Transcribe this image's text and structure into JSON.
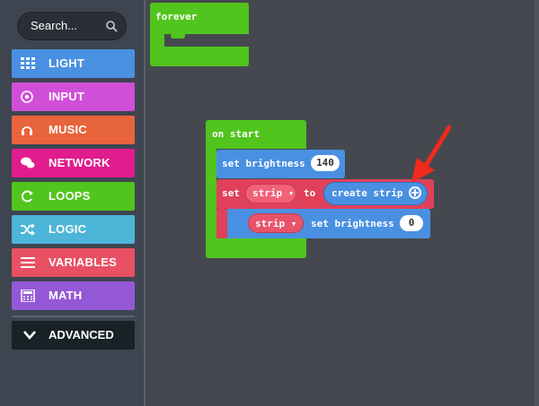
{
  "toolbox": {
    "search_placeholder": "Search...",
    "categories": [
      {
        "label": "LIGHT",
        "color": "#4a90e2",
        "icon": "grid-icon"
      },
      {
        "label": "INPUT",
        "color": "#d04fd8",
        "icon": "target-icon"
      },
      {
        "label": "MUSIC",
        "color": "#e8643c",
        "icon": "headphones-icon"
      },
      {
        "label": "NETWORK",
        "color": "#e01c8e",
        "icon": "chat-icon"
      },
      {
        "label": "LOOPS",
        "color": "#52c41e",
        "icon": "refresh-icon"
      },
      {
        "label": "LOGIC",
        "color": "#4cb5d8",
        "icon": "shuffle-icon"
      },
      {
        "label": "VARIABLES",
        "color": "#e85064",
        "icon": "list-icon"
      },
      {
        "label": "MATH",
        "color": "#9457d6",
        "icon": "calculator-icon"
      }
    ],
    "advanced_label": "ADVANCED"
  },
  "workspace": {
    "forever_label": "forever",
    "on_start_label": "on start",
    "set_brightness_label": "set brightness",
    "set_brightness_value": "140",
    "set_label": "set",
    "strip_var": "strip ▾",
    "to_label": "to",
    "create_strip_label": "create strip",
    "strip_set_brightness_label": "set brightness",
    "strip_set_brightness_value": "0"
  },
  "colors": {
    "loops_green": "#52c41e",
    "blue_block": "#4a90e2",
    "variable_red": "#e0415a",
    "annotation_arrow": "#f02a1e"
  }
}
